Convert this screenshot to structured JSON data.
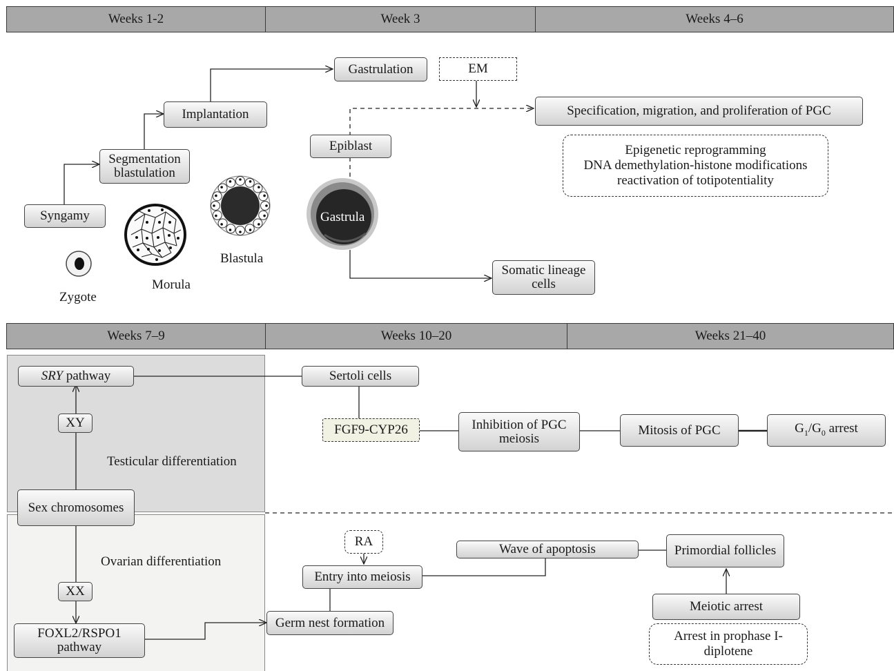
{
  "headers_top": [
    "Weeks 1-2",
    "Week 3",
    "Weeks 4–6"
  ],
  "headers_bottom": [
    "Weeks 7–9",
    "Weeks 10–20",
    "Weeks 21–40"
  ],
  "nodes": {
    "gastrulation": "Gastrulation",
    "em": "EM",
    "implantation": "Implantation",
    "specification": "Specification, migration, and proliferation of PGC",
    "segmentation_line1": "Segmentation",
    "segmentation_line2": "blastulation",
    "epiblast": "Epiblast",
    "epigenetic_line1": "Epigenetic reprogramming",
    "epigenetic_line2": "DNA demethylation-histone modifications",
    "epigenetic_line3": "reactivation of totipotentiality",
    "syngamy": "Syngamy",
    "somatic_line1": "Somatic lineage",
    "somatic_line2": "cells",
    "sry_italic": "SRY",
    "sry_rest": " pathway",
    "sertoli": "Sertoli cells",
    "xy": "XY",
    "fgf9": "FGF9-CYP26",
    "inhibition_line1": "Inhibition of PGC",
    "inhibition_line2": "meiosis",
    "mitosis": "Mitosis of PGC",
    "arrest_g_prefix": "G",
    "arrest_sub1": "1",
    "arrest_slash": "/G",
    "arrest_sub0": "0",
    "arrest_suffix": " arrest",
    "sex_chromosomes": "Sex chromosomes",
    "ra": "RA",
    "wave": "Wave of apoptosis",
    "primordial": "Primordial follicles",
    "entry_meiosis": "Entry into meiosis",
    "xx": "XX",
    "foxl2_line1": "FOXL2/RSPO1",
    "foxl2_line2": "pathway",
    "germ_nest": "Germ nest formation",
    "meiotic_arrest": "Meiotic arrest",
    "prophase_line1": "Arrest in prophase I-",
    "prophase_line2": "diplotene"
  },
  "labels": {
    "zygote": "Zygote",
    "morula": "Morula",
    "blastula": "Blastula",
    "gastrula": "Gastrula",
    "testicular": "Testicular differentiation",
    "ovarian": "Ovarian differentiation"
  },
  "colors": {
    "header_fill": "#a8a8a8",
    "box_gradient_top": "#fafafa",
    "box_gradient_bottom": "#d2d2d2",
    "testis_panel": "#dcdcdc",
    "ovary_panel": "#f3f4f2",
    "fgf9_fill": "#f1f1e4"
  }
}
